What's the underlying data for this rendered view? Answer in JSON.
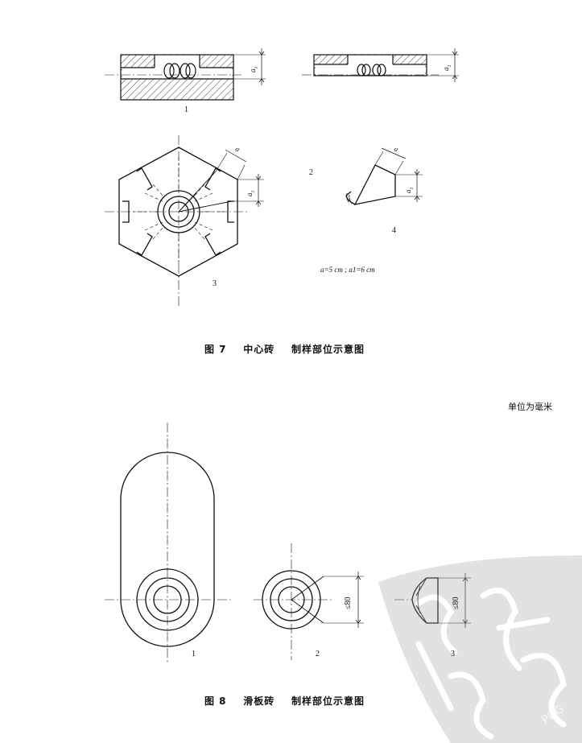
{
  "figure7": {
    "caption": "图 7    中心砖    制样部位示意图",
    "labels": [
      "1",
      "2",
      "3",
      "4"
    ],
    "dim_a": "a",
    "dim_a1": "a",
    "dim_a1_sub": "1",
    "note": "a=5 cm ; a1=6 cm"
  },
  "figure8": {
    "caption": "图 8    滑板砖    制样部位示意图",
    "unit": "单位为毫米",
    "labels": [
      "1",
      "2",
      "3"
    ],
    "dim_le80": "≤80"
  },
  "watermark": {
    "text": "PDG"
  }
}
